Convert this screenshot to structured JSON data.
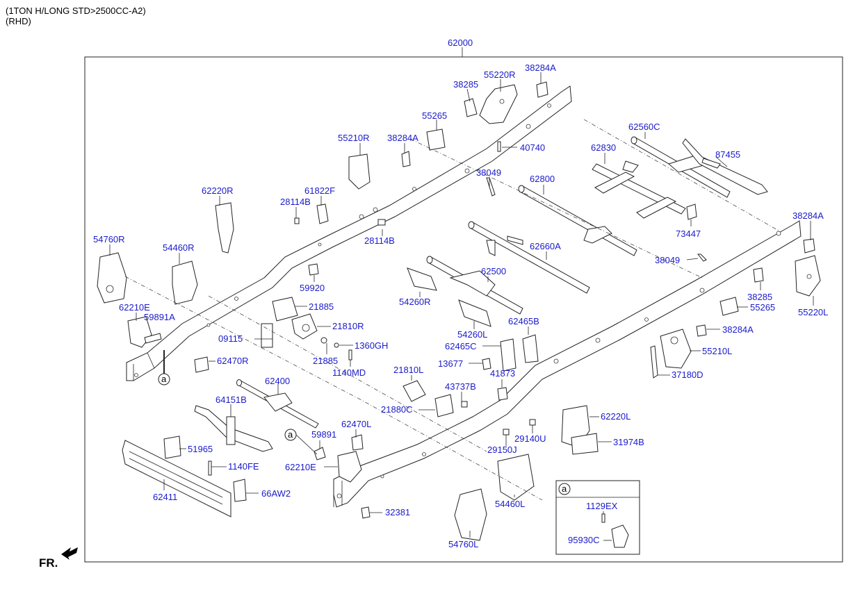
{
  "header": {
    "line1": "(1TON H/LONG STD>2500CC-A2)",
    "line2": "(RHD)"
  },
  "main_part": "62000",
  "front_label": "FR.",
  "detail_box": {
    "callout": "a",
    "parts": [
      "1129EX",
      "95930C"
    ]
  },
  "callouts": {
    "a1": "a",
    "a2": "a"
  },
  "parts": {
    "p55220R": "55220R",
    "p38284A_1": "38284A",
    "p38285_1": "38285",
    "p55265_1": "55265",
    "p55210R": "55210R",
    "p38284A_2": "38284A",
    "p40740": "40740",
    "p38049_1": "38049",
    "p62560C": "62560C",
    "p62830": "62830",
    "p87455": "87455",
    "p62800": "62800",
    "p73447": "73447",
    "p62220R": "62220R",
    "p61822F": "61822F",
    "p28114B_1": "28114B",
    "p28114B_2": "28114B",
    "p54760R": "54760R",
    "p54460R": "54460R",
    "p62660A": "62660A",
    "p38284A_3": "38284A",
    "p38049_2": "38049",
    "p59920": "59920",
    "p62500": "62500",
    "p38285_2": "38285",
    "p55265_2": "55265",
    "p55220L": "55220L",
    "p62210E_1": "62210E",
    "p59891A": "59891A",
    "p21885_1": "21885",
    "p54260R": "54260R",
    "p21810R": "21810R",
    "p09115": "09115",
    "p1360GH": "1360GH",
    "p54260L": "54260L",
    "p62465B": "62465B",
    "p38284A_4": "38284A",
    "p62465C": "62465C",
    "p21885_2": "21885",
    "p55210L": "55210L",
    "p62470R": "62470R",
    "p1140MD": "1140MD",
    "p13677": "13677",
    "p21810L": "21810L",
    "p41873": "41873",
    "p37180D": "37180D",
    "p62400": "62400",
    "p43737B": "43737B",
    "p64151B": "64151B",
    "p21880C": "21880C",
    "p62220L": "62220L",
    "p62470L": "62470L",
    "p59891": "59891",
    "p29140U": "29140U",
    "p31974B": "31974B",
    "p51965": "51965",
    "p29150J": "29150J",
    "p1140FE": "1140FE",
    "p62210E_2": "62210E",
    "p62411": "62411",
    "p66AW2": "66AW2",
    "p54460L": "54460L",
    "p32381": "32381",
    "p54760L": "54760L"
  },
  "colors": {
    "label": "#1a1acc",
    "line": "#222222",
    "text": "#000000"
  }
}
